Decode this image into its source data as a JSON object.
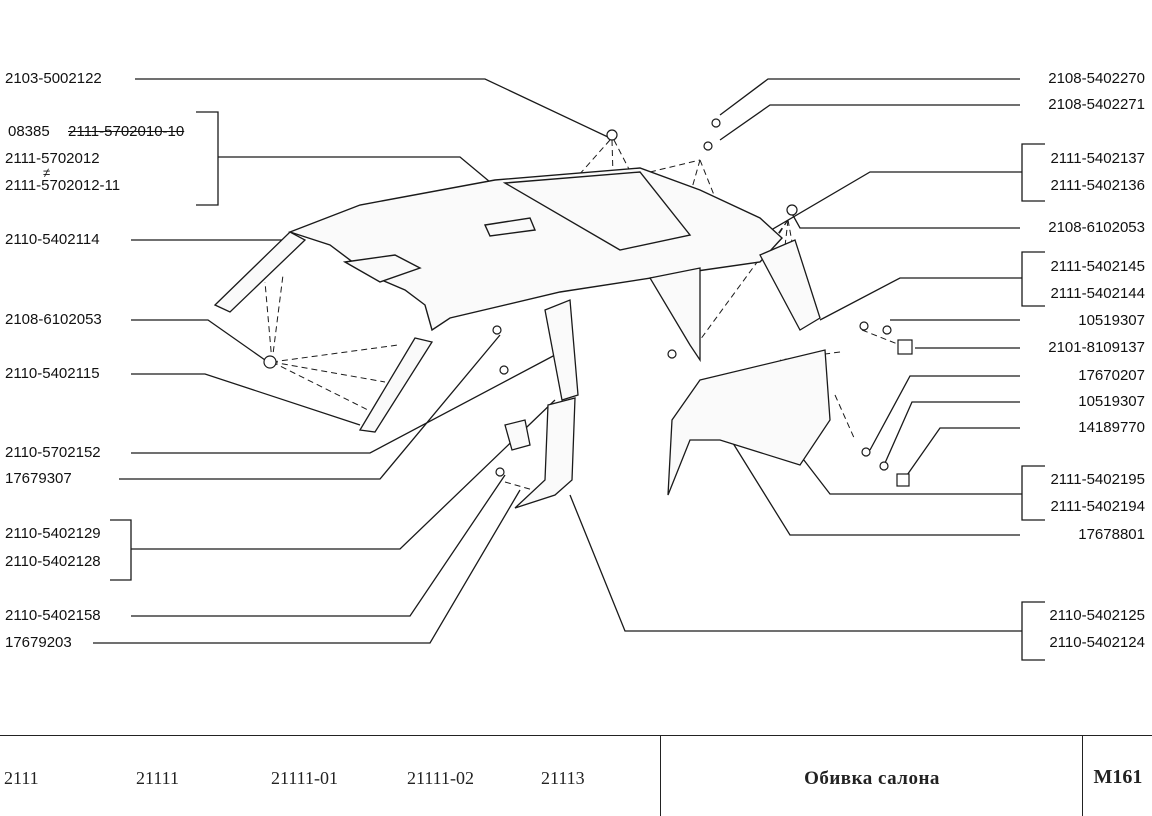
{
  "left_labels": [
    {
      "id": "l1",
      "text": "2103-5002122"
    },
    {
      "id": "l2a",
      "text": "08385"
    },
    {
      "id": "l2b",
      "text": "2111-5702010-10"
    },
    {
      "id": "l3",
      "text": "2111-5702012"
    },
    {
      "id": "l4",
      "text": "2111-5702012-11"
    },
    {
      "id": "l5",
      "text": "2110-5402114"
    },
    {
      "id": "l6",
      "text": "2108-6102053"
    },
    {
      "id": "l7",
      "text": "2110-5402115"
    },
    {
      "id": "l8",
      "text": "2110-5702152"
    },
    {
      "id": "l9",
      "text": "17679307"
    },
    {
      "id": "l10",
      "text": "2110-5402129"
    },
    {
      "id": "l11",
      "text": "2110-5402128"
    },
    {
      "id": "l12",
      "text": "2110-5402158"
    },
    {
      "id": "l13",
      "text": "17679203"
    }
  ],
  "right_labels": [
    {
      "id": "r1",
      "text": "2108-5402270"
    },
    {
      "id": "r2",
      "text": "2108-5402271"
    },
    {
      "id": "r3",
      "text": "2111-5402137"
    },
    {
      "id": "r4",
      "text": "2111-5402136"
    },
    {
      "id": "r5",
      "text": "2108-6102053"
    },
    {
      "id": "r6",
      "text": "2111-5402145"
    },
    {
      "id": "r7",
      "text": "2111-5402144"
    },
    {
      "id": "r8",
      "text": "10519307"
    },
    {
      "id": "r9",
      "text": "2101-8109137"
    },
    {
      "id": "r10",
      "text": "17670207"
    },
    {
      "id": "r11",
      "text": "10519307"
    },
    {
      "id": "r12",
      "text": "14189770"
    },
    {
      "id": "r13",
      "text": "2111-5402195"
    },
    {
      "id": "r14",
      "text": "2111-5402194"
    },
    {
      "id": "r15",
      "text": "17678801"
    },
    {
      "id": "r16",
      "text": "2110-5402125"
    },
    {
      "id": "r17",
      "text": "2110-5402124"
    }
  ],
  "not_equal_mark": "≠",
  "footer": {
    "models": [
      "2111",
      "21111",
      "21111-01",
      "21111-02",
      "21113"
    ],
    "title": "Обивка салона",
    "code": "M161"
  }
}
